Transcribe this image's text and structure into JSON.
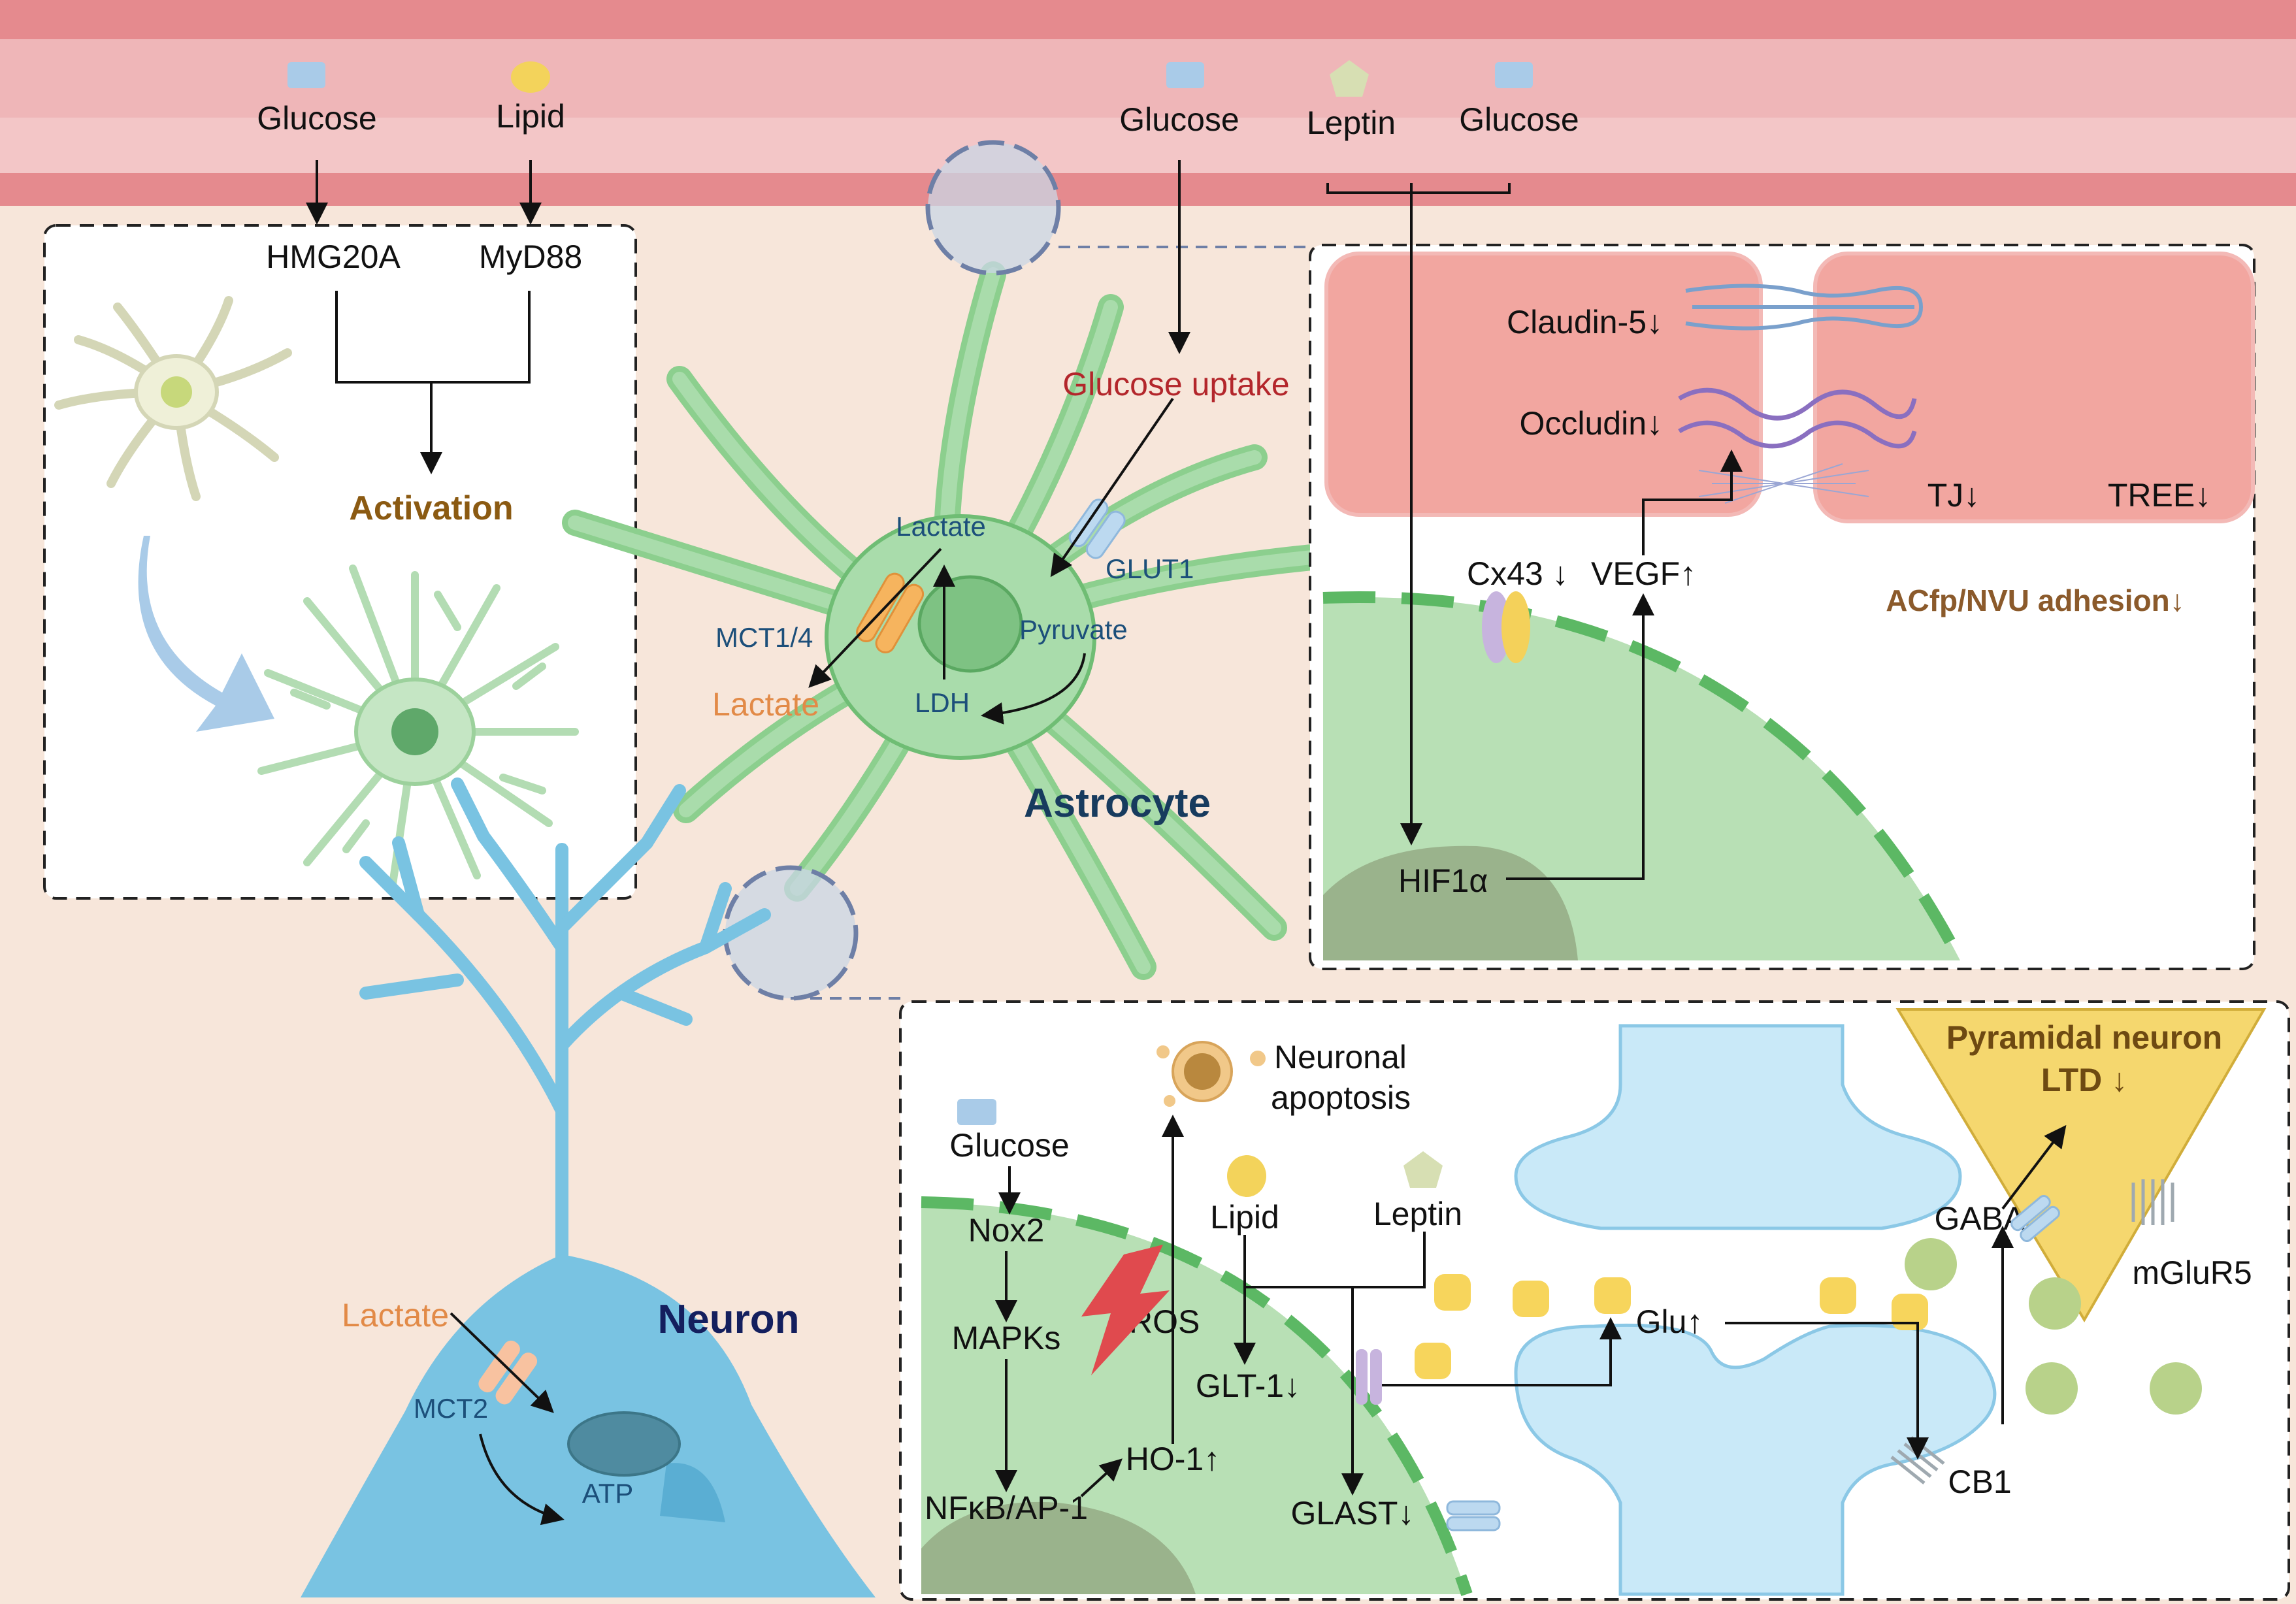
{
  "blood_vessel": {
    "glucose_a": "Glucose",
    "lipid_a": "Lipid",
    "glucose_b": "Glucose",
    "leptin": "Leptin",
    "glucose_c": "Glucose"
  },
  "activation_panel": {
    "hmg": "HMG20A",
    "myd": "MyD88",
    "activation": "Activation"
  },
  "astrocyte": {
    "glucose_uptake": "Glucose uptake",
    "lactate_in": "Lactate",
    "glut1": "GLUT1",
    "mct14": "MCT1/4",
    "pyruvate": "Pyruvate",
    "lactate_out": "Lactate",
    "ldh": "LDH",
    "title": "Astrocyte"
  },
  "bbb_panel": {
    "claudin": "Claudin-5↓",
    "occludin": "Occludin↓",
    "tj": "TJ↓",
    "tree": "TREE↓",
    "cx43": "Cx43 ↓",
    "vegf": "VEGF↑",
    "acfp": "ACfp/NVU adhesion↓",
    "hif": "HIF1α"
  },
  "neuron": {
    "lactate": "Lactate",
    "mct2": "MCT2",
    "atp": "ATP",
    "title": "Neuron"
  },
  "synapse_panel": {
    "apoptosis_1": "Neuronal",
    "apoptosis_2": "apoptosis",
    "glucose": "Glucose",
    "nox2": "Nox2",
    "mapks": "MAPKs",
    "ros": "ROS",
    "nfkb": "NFκB/AP-1",
    "ho1": "HO-1↑",
    "lipid": "Lipid",
    "leptin": "Leptin",
    "glt1": "GLT-1↓",
    "glast": "GLAST↓",
    "glu": "Glu↑",
    "gaba": "GABA",
    "cb1": "CB1",
    "mglur5": "mGluR5",
    "pyr_1": "Pyramidal neuron",
    "pyr_2": "LTD ↓"
  },
  "colors": {
    "vessel_dark": "#e58a8e",
    "vessel_light": "#f0bcbe",
    "tissue": "#f7e6da",
    "astro_green": "#a9dcab",
    "neuron_blue": "#79c3e2",
    "tj_cell": "#f2a6a0",
    "title_navy": "#173b5e",
    "activation_brown": "#8b5a12",
    "lactate_orange": "#e28a47",
    "glucose_red": "#b3262b"
  }
}
